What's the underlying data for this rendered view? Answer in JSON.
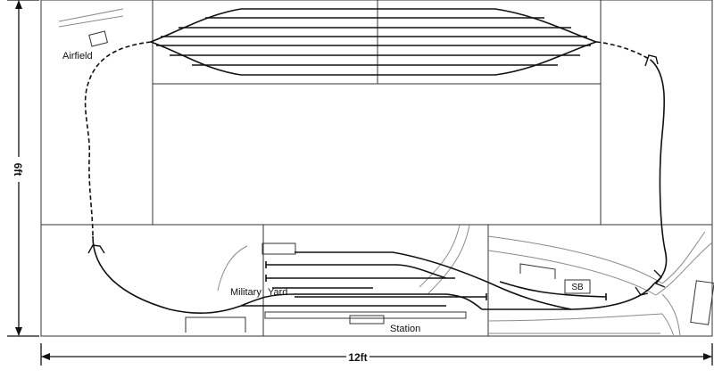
{
  "labels": {
    "airfield": "Airfield",
    "military": "Military",
    "yard": "Yard",
    "station": "Station",
    "signal_box": "SB"
  },
  "dimensions": {
    "width": "12ft",
    "height": "6ft"
  },
  "colors": {
    "track": "#111111",
    "board": "#333333",
    "road": "#8a8a8a",
    "background": "#ffffff"
  }
}
